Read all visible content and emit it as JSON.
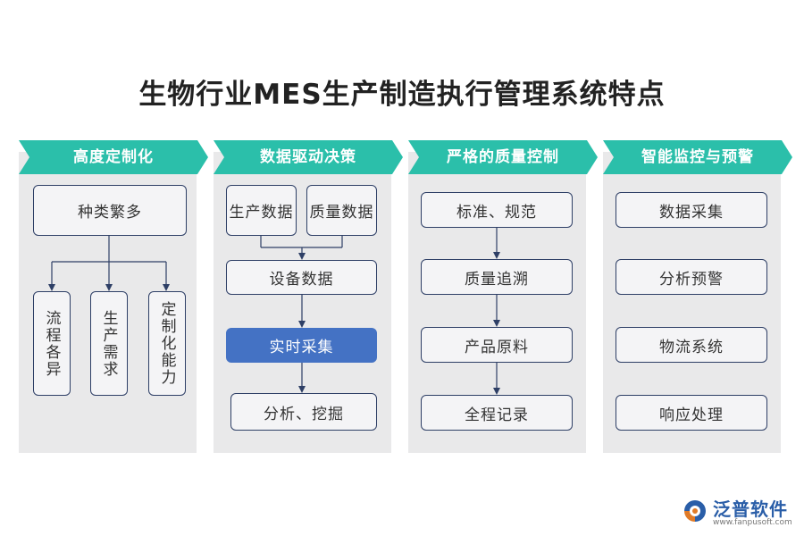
{
  "title": "生物行业MES生产制造执行管理系统特点",
  "colors": {
    "banner": "#2bbfaa",
    "column_bg": "#e9e9ea",
    "box_border": "#2e3f66",
    "box_bg": "#f4f4f6",
    "active": "#4472c4",
    "arrow": "#2e3f66"
  },
  "columns": [
    {
      "header": "高度定制化",
      "top_box": "种类繁多",
      "sub_boxes": [
        "流程各异",
        "生产需求",
        "定制化能力"
      ]
    },
    {
      "header": "数据驱动决策",
      "top_boxes": [
        "生产数据",
        "质量数据"
      ],
      "boxes": [
        "设备数据",
        "实时采集",
        "分析、挖掘"
      ]
    },
    {
      "header": "严格的质量控制",
      "boxes": [
        "标准、规范",
        "质量追溯",
        "产品原料",
        "全程记录"
      ]
    },
    {
      "header": "智能监控与预警",
      "boxes": [
        "数据采集",
        "分析预警",
        "物流系统",
        "响应处理"
      ]
    }
  ],
  "logo": {
    "name": "泛普软件",
    "url": "www.fanpusoft.com",
    "icon": "fanpu-logo-icon"
  }
}
